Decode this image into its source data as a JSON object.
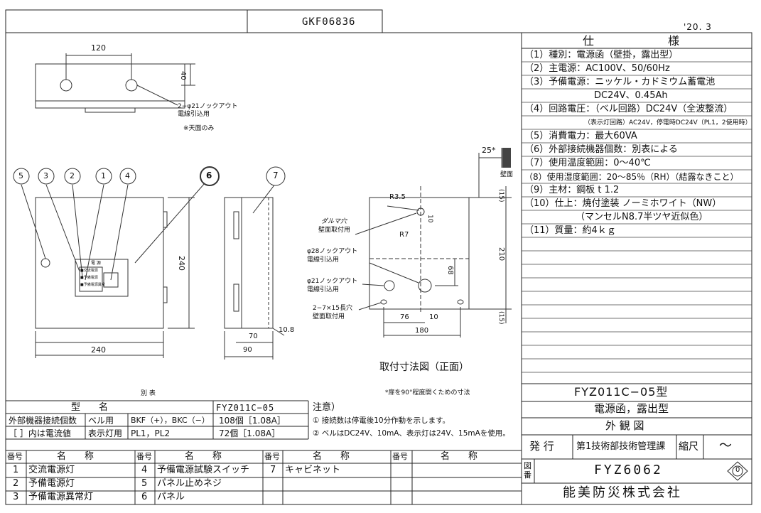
{
  "doc_code": "GKF06836",
  "date": "'20. 3",
  "spec": {
    "title_1": "仕",
    "title_2": "様",
    "rows": [
      "（1）種別：電源函（壁掛，露出型）",
      "（2）主電源：AC100V、50/60Hz",
      "（3）予備電源：ニッケル・カドミウム蓄電池",
      "DC24V、0.45Ah",
      "（4）回路電圧：（ベル回路）DC24V（全波整流）",
      "（表示灯回路）AC24V，停電時DC24V（PL1，2使用時）",
      "（5）消費電力：最大60VA",
      "（6）外部接続機器個数：別表による",
      "（7）使用温度範囲：0～40℃",
      "（8）使用湿度範囲：20～85％（RH）（結露なきこと）",
      "（9）主材：鋼板 t 1.2",
      "（10）仕上：焼付塗装 ノーミホワイト（NW）",
      "（マンセルN8.7半ツヤ近似色）",
      "（11）質量：約4ｋｇ"
    ]
  },
  "title_block": {
    "model": "FYZ011C−05型",
    "name": "電源函，露出型",
    "view": "外 観 図",
    "issue_label": "発 行",
    "dept": "第1技術部技術管理課",
    "scale_label": "縮尺",
    "scale_value": "〜",
    "drawing_no_label": "図番",
    "drawing_no": "FYZ6062",
    "revision": "0",
    "company": "能美防災株式会社"
  },
  "drawing": {
    "top_width": "120",
    "top_height": "40",
    "knockout_top": "2−φ21ノックアウト",
    "knockout_top_2": "電線引込用",
    "top_only_note": "※天面のみ",
    "front_height": "240",
    "front_width": "240",
    "side_depth_90": "90",
    "side_depth_70": "70",
    "side_10_8": "10.8",
    "wall_25": "25*",
    "wall_label": "壁面",
    "r35": "R3.5",
    "r7": "R7",
    "dim_10": "10",
    "dim_15a": "(15)",
    "dim_15b": "(15)",
    "dim_210": "210",
    "dim_68": "68",
    "dim_76": "76",
    "dim_10b": "10",
    "dim_180": "180",
    "daruma": "ダルマ穴",
    "daruma_2": "壁面取付用",
    "ko28": "φ28ノックアウト",
    "ko28_2": "電線引込用",
    "ko21": "φ21ノックアウト",
    "ko21_2": "電線引込用",
    "slot": "2−7×15長穴",
    "slot_2": "壁面取付用",
    "mount_title": "取付寸法図（正面）",
    "door_note": "*扉を90°程度開くための寸法",
    "callouts": [
      "5",
      "3",
      "2",
      "1",
      "4",
      "6",
      "7"
    ],
    "panel_label": "電 源",
    "panel_items": [
      "■交流電源",
      "■予備電源",
      "■予備電源異常"
    ]
  },
  "appendix": {
    "title": "別 表",
    "col_type": "型　　名",
    "col_model": "FYZ011C−05",
    "row1_a": "外部機器接続個数",
    "row1_b": "ベル用",
    "row1_c": "BKF（+），BKC（−）",
    "row1_d": "108個［1.08A］",
    "row2_a": "［ ］内は電流値",
    "row2_b": "表示灯用",
    "row2_c": "PL1，PL2",
    "row2_d": "72個［1.08A］"
  },
  "notes": {
    "title": "注意）",
    "n1": "① 接続数は停電後10分作動を示します。",
    "n2": "② ベルはDC24V、10mA、表示灯は24V、15mAを使用。"
  },
  "parts": {
    "h_no": "番号",
    "h_name": "名　　称",
    "items": [
      {
        "no": "1",
        "name": "交流電源灯"
      },
      {
        "no": "2",
        "name": "予備電源灯"
      },
      {
        "no": "3",
        "name": "予備電源異常灯"
      },
      {
        "no": "4",
        "name": "予備電源試験スイッチ"
      },
      {
        "no": "5",
        "name": "パネル止めネジ"
      },
      {
        "no": "6",
        "name": "パネル"
      },
      {
        "no": "7",
        "name": "キャビネット"
      }
    ]
  }
}
